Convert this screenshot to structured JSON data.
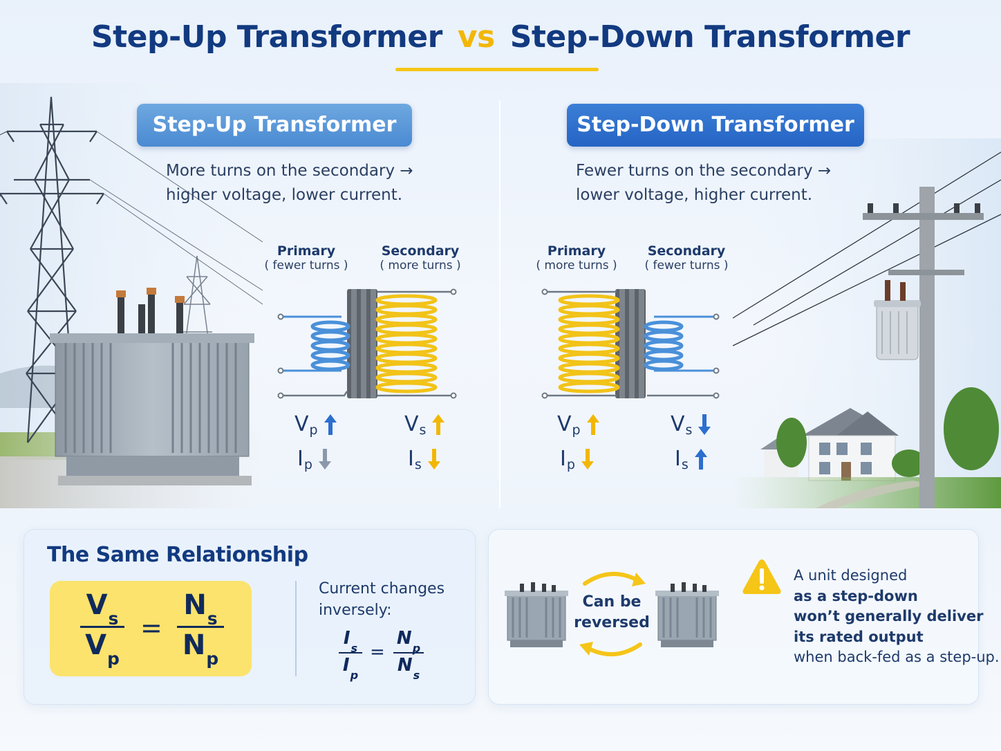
{
  "header": {
    "title_left": "Step-Up Transformer",
    "vs": "vs",
    "title_right": "Step-Down Transformer"
  },
  "step_up": {
    "label": "Step-Up Transformer",
    "desc_line1": "More turns on the secondary →",
    "desc_line2": "higher voltage, lower current.",
    "primary_name": "Primary",
    "primary_sub": "( fewer turns )",
    "secondary_name": "Secondary",
    "secondary_sub": "( more turns )",
    "vp": "V",
    "vp_sub": "p",
    "ip": "I",
    "ip_sub": "p",
    "vs": "V",
    "vs_sub": "s",
    "is": "I",
    "is_sub": "s"
  },
  "step_down": {
    "label": "Step-Down Transformer",
    "desc_line1": "Fewer turns on the secondary →",
    "desc_line2": "lower voltage, higher current.",
    "primary_name": "Primary",
    "primary_sub": "( more turns )",
    "secondary_name": "Secondary",
    "secondary_sub": "( fewer turns )",
    "vp": "V",
    "vp_sub": "p",
    "ip": "I",
    "ip_sub": "p",
    "vs": "V",
    "vs_sub": "s",
    "is": "I",
    "is_sub": "s"
  },
  "relationship": {
    "title": "The Same Relationship",
    "main_num": "V",
    "main_num_sub": "s",
    "main_den": "V",
    "main_den_sub": "p",
    "equals": "=",
    "turns_num": "N",
    "turns_num_sub": "s",
    "turns_den": "N",
    "turns_den_sub": "p",
    "inverse_line1": "Current changes",
    "inverse_line2": "inversely:",
    "inv_num": "I",
    "inv_num_sub": "s",
    "inv_den": "I",
    "inv_den_sub": "p",
    "inv_equals": "=",
    "inv_turns_num": "N",
    "inv_turns_num_sub": "p",
    "inv_turns_den": "N",
    "inv_turns_den_sub": "s"
  },
  "reversal": {
    "line1": "Can be",
    "line2": "reversed",
    "warn_line1": "A unit designed",
    "warn_line2": "as a step-down",
    "warn_line3": "won’t generally deliver",
    "warn_line4": "its rated output",
    "warn_line5": "when back-fed as a step-up."
  },
  "colors": {
    "primary_coil": "#4a90d9",
    "secondary_coil": "#f2c318",
    "arrow_blue": "#2c6fcf",
    "arrow_yellow": "#f2b705",
    "arrow_gray": "#8a98aa",
    "formula_bg": "#fbe36d"
  },
  "icons": [
    "tower-icon",
    "transformer-icon",
    "utility-pole-icon",
    "house-icon",
    "up-arrow-icon",
    "down-arrow-icon",
    "reverse-arrows-icon",
    "warning-icon"
  ]
}
